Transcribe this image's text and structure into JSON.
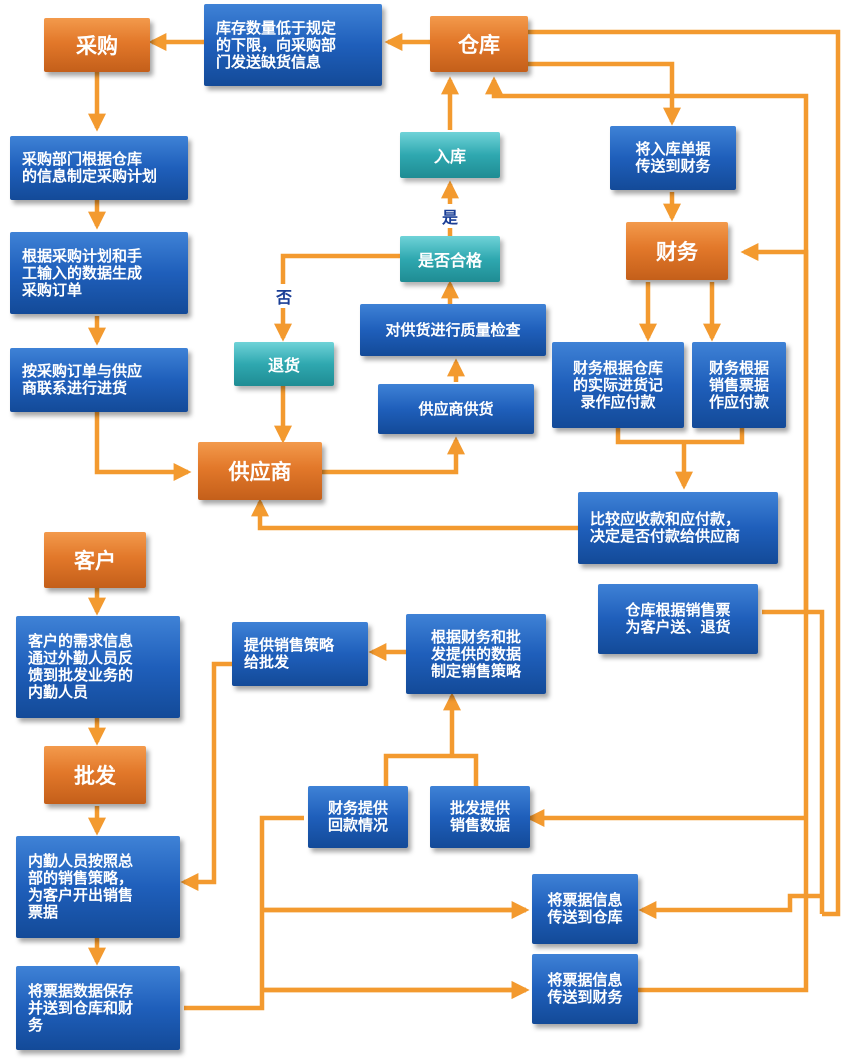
{
  "colors": {
    "arrow": "#f39a2f",
    "orange_box": "#e2782a",
    "blue_box": "#1f5fbb",
    "teal_box": "#2fa8b0",
    "label": "#1a3e96"
  },
  "nodes": {
    "purchase": "采购",
    "stock_low": "库存数量低于规定\n的下限，向采购部\n门发送缺货信息",
    "warehouse": "仓库",
    "purchase_plan": "采购部门根据仓库\n的信息制定采购计划",
    "in_storage": "入库",
    "send_receipt_finance": "将入库单据\n传送到财务",
    "gen_order": "根据采购计划和手\n工输入的数据生成\n采购订单",
    "qualified": "是否合格",
    "finance": "财务",
    "quality_check": "对供货进行质量检查",
    "return_goods": "退货",
    "contact_supplier": "按采购订单与供应\n商联系进行进货",
    "finance_by_warehouse": "财务根据仓库\n的实际进货记\n录作应付款",
    "finance_by_invoice": "财务根据\n销售票据\n作应付款",
    "supplier_supply": "供应商供货",
    "supplier": "供应商",
    "compare_payment": "比较应收款和应付款，\n决定是否付款给供应商",
    "customer": "客户",
    "warehouse_ship": "仓库根据销售票\n为客户送、退货",
    "customer_demand": "客户的需求信息\n通过外勤人员反\n馈到批发业务的\n内勤人员",
    "sales_strategy_to_wholesale": "提供销售策略\n给批发",
    "make_strategy": "根据财务和批\n发提供的数据\n制定销售策略",
    "wholesale": "批发",
    "finance_payment_info": "财务提供\n回款情况",
    "wholesale_sales_data": "批发提供\n销售数据",
    "staff_invoice": "内勤人员按照总\n部的销售策略，\n为客户开出销售\n票据",
    "send_to_warehouse": "将票据信息\n传送到仓库",
    "save_invoice": "将票据数据保存\n并送到仓库和财\n务",
    "send_to_finance": "将票据信息\n传送到财务"
  },
  "labels": {
    "yes": "是",
    "no": "否"
  }
}
